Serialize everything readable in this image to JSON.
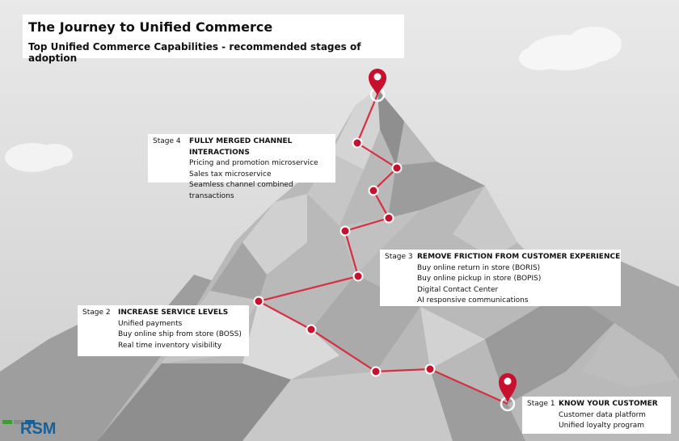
{
  "title": "The Journey to Unified Commerce",
  "subtitle": "Top Unified Commerce Capabilities - recommended stages of adoption",
  "stages": [
    {
      "label": "Stage 1",
      "heading": "KNOW YOUR CUSTOMER",
      "items": [
        "Customer data platform",
        "Unified loyalty program"
      ]
    },
    {
      "label": "Stage 2",
      "heading": "INCREASE SERVICE LEVELS",
      "items": [
        "Unified payments",
        "Buy online ship from store (BOSS)",
        "Real time inventory visibility"
      ]
    },
    {
      "label": "Stage 3",
      "heading": "REMOVE FRICTION FROM CUSTOMER EXPERIENCE",
      "items": [
        "Buy online return in store (BORIS)",
        "Buy online pickup in store (BOPIS)",
        "Digital Contact Center",
        "AI responsive communications"
      ]
    },
    {
      "label": "Stage 4",
      "heading": "FULLY MERGED CHANNEL INTERACTIONS",
      "items": [
        "Pricing and promotion microservice",
        "Sales tax microservice",
        "Seamless channel combined transactions"
      ]
    }
  ],
  "logo": {
    "text": "RSM",
    "bar_colors": [
      "#3f9c35",
      "#888b8d",
      "#1a5f96"
    ]
  },
  "colors": {
    "path": "#d62f3f",
    "marker": "#c8102e",
    "accent_blue": "#1a5f96"
  },
  "icons": [
    "map-pin-icon"
  ]
}
